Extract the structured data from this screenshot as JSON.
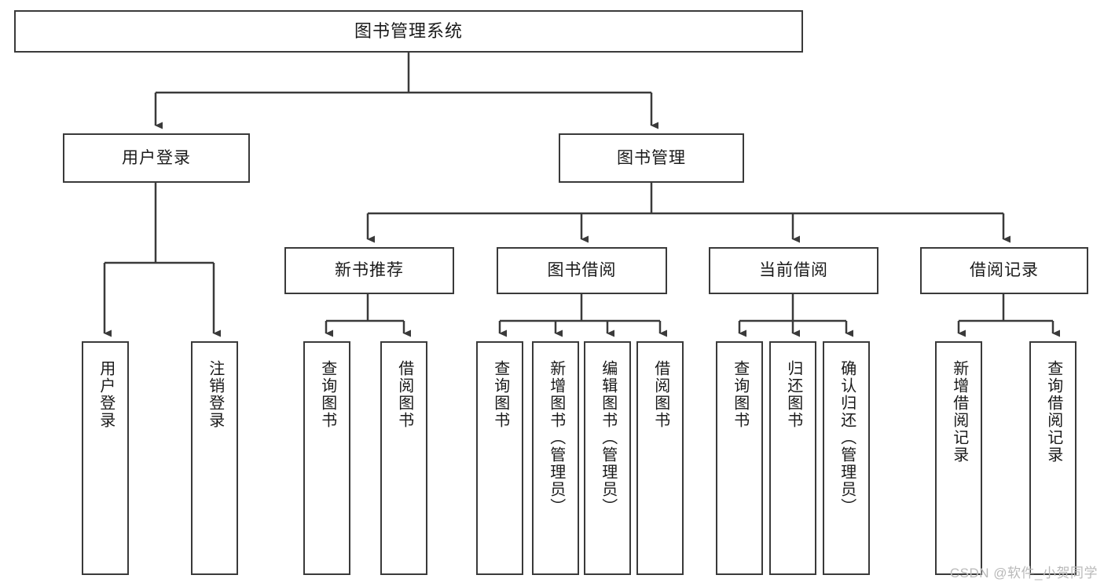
{
  "diagram": {
    "title": "图书管理系统",
    "type": "tree-hierarchy",
    "watermark": "CSDN @软件_小贺同学",
    "colors": {
      "stroke": "#3a3a3a",
      "background": "#ffffff",
      "text": "#1a1a1a",
      "watermark": "#b9b9b9"
    },
    "root": {
      "label": "图书管理系统"
    },
    "level2": [
      {
        "label": "用户登录"
      },
      {
        "label": "图书管理"
      }
    ],
    "level3": [
      {
        "label": "新书推荐"
      },
      {
        "label": "图书借阅"
      },
      {
        "label": "当前借阅"
      },
      {
        "label": "借阅记录"
      }
    ],
    "leaves": {
      "user_login": [
        {
          "label": "用户登录"
        },
        {
          "label": "注销登录"
        }
      ],
      "new_book_recommend": [
        {
          "label": "查询图书"
        },
        {
          "label": "借阅图书"
        }
      ],
      "book_borrow": [
        {
          "label": "查询图书"
        },
        {
          "label": "新增图书（管理员）"
        },
        {
          "label": "编辑图书（管理员）"
        },
        {
          "label": "借阅图书"
        }
      ],
      "current_borrow": [
        {
          "label": "查询图书"
        },
        {
          "label": "归还图书"
        },
        {
          "label": "确认归还（管理员）"
        }
      ],
      "borrow_record": [
        {
          "label": "新增借阅记录"
        },
        {
          "label": "查询借阅记录"
        }
      ]
    }
  }
}
